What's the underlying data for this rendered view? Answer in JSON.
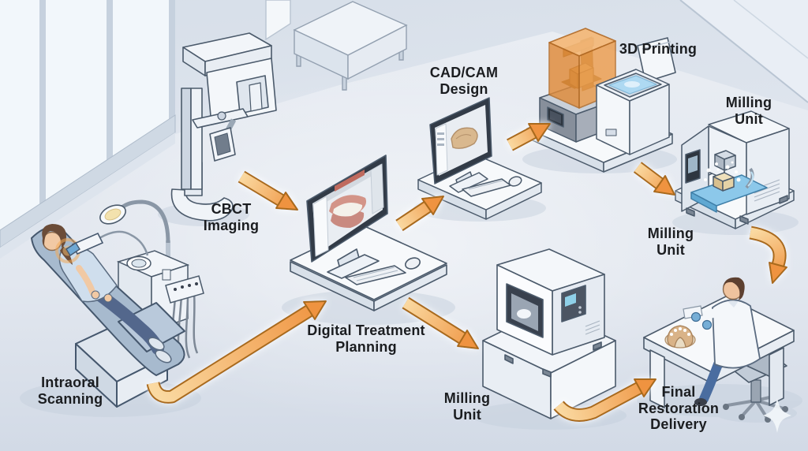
{
  "labels": {
    "intraoral_scanning": "Intraoral\nScanning",
    "cbct_imaging": "CBCT\nImaging",
    "digital_treatment_planning": "Digital Treatment\nPlanning",
    "cad_cam_design": "CAD/CAM\nDesign",
    "printing_3d": "3D Printing",
    "milling_unit_top": "Milling\nUnit",
    "milling_unit_mid": "Milling\nUnit",
    "milling_unit_bottom": "Milling\nUnit",
    "final_restoration_delivery": "Final\nRestoration\nDelivery"
  },
  "workflow": {
    "steps": [
      "Intraoral Scanning",
      "CBCT Imaging",
      "Digital Treatment Planning",
      "CAD/CAM Design",
      "3D Printing",
      "Milling Unit",
      "Final Restoration Delivery"
    ],
    "arrows": [
      {
        "from": "CBCT Imaging",
        "to": "Digital Treatment Planning"
      },
      {
        "from": "Intraoral Scanning",
        "to": "Digital Treatment Planning"
      },
      {
        "from": "Digital Treatment Planning",
        "to": "CAD/CAM Design"
      },
      {
        "from": "Digital Treatment Planning",
        "to": "Milling Unit"
      },
      {
        "from": "CAD/CAM Design",
        "to": "3D Printing"
      },
      {
        "from": "3D Printing",
        "to": "Milling Unit"
      },
      {
        "from": "Milling Unit",
        "to": "Final Restoration Delivery"
      },
      {
        "from": "Milling Unit",
        "to": "Final Restoration Delivery"
      }
    ]
  },
  "colors": {
    "arrow_light": "#fad9a1",
    "arrow_dark": "#ef9340",
    "arrow_outline": "#a96b1e",
    "printer_hood": "#ec9c4c",
    "water_blue": "#aed9f2",
    "label_text": "#1b1d20"
  }
}
